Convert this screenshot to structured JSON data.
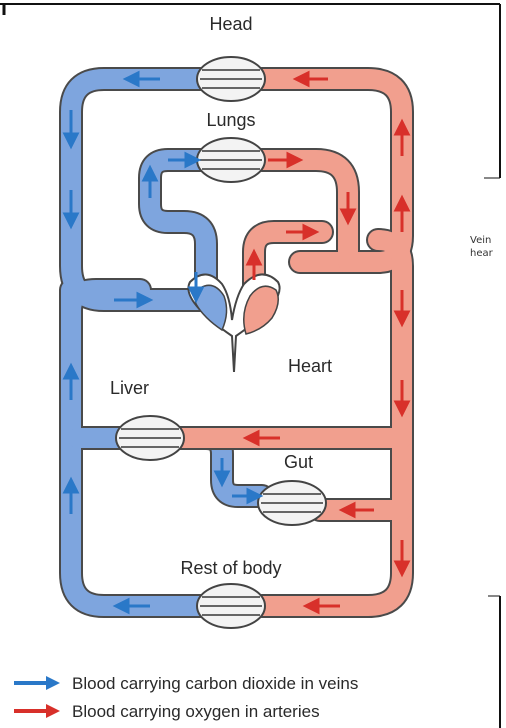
{
  "colors": {
    "vein": "#7ea5de",
    "vein_arrow": "#2a78c8",
    "artery": "#f19f8e",
    "artery_arrow": "#d8302a",
    "outline": "#4a4a4a"
  },
  "labels": {
    "head": "Head",
    "lungs": "Lungs",
    "heart": "Heart",
    "liver": "Liver",
    "gut": "Gut",
    "rest_of_body": "Rest of body"
  },
  "legend": {
    "veins": "Blood carrying carbon dioxide in veins",
    "arteries": "Blood carrying oxygen in arteries"
  },
  "side_caption": {
    "line1": "Vein",
    "line2": "hear"
  }
}
